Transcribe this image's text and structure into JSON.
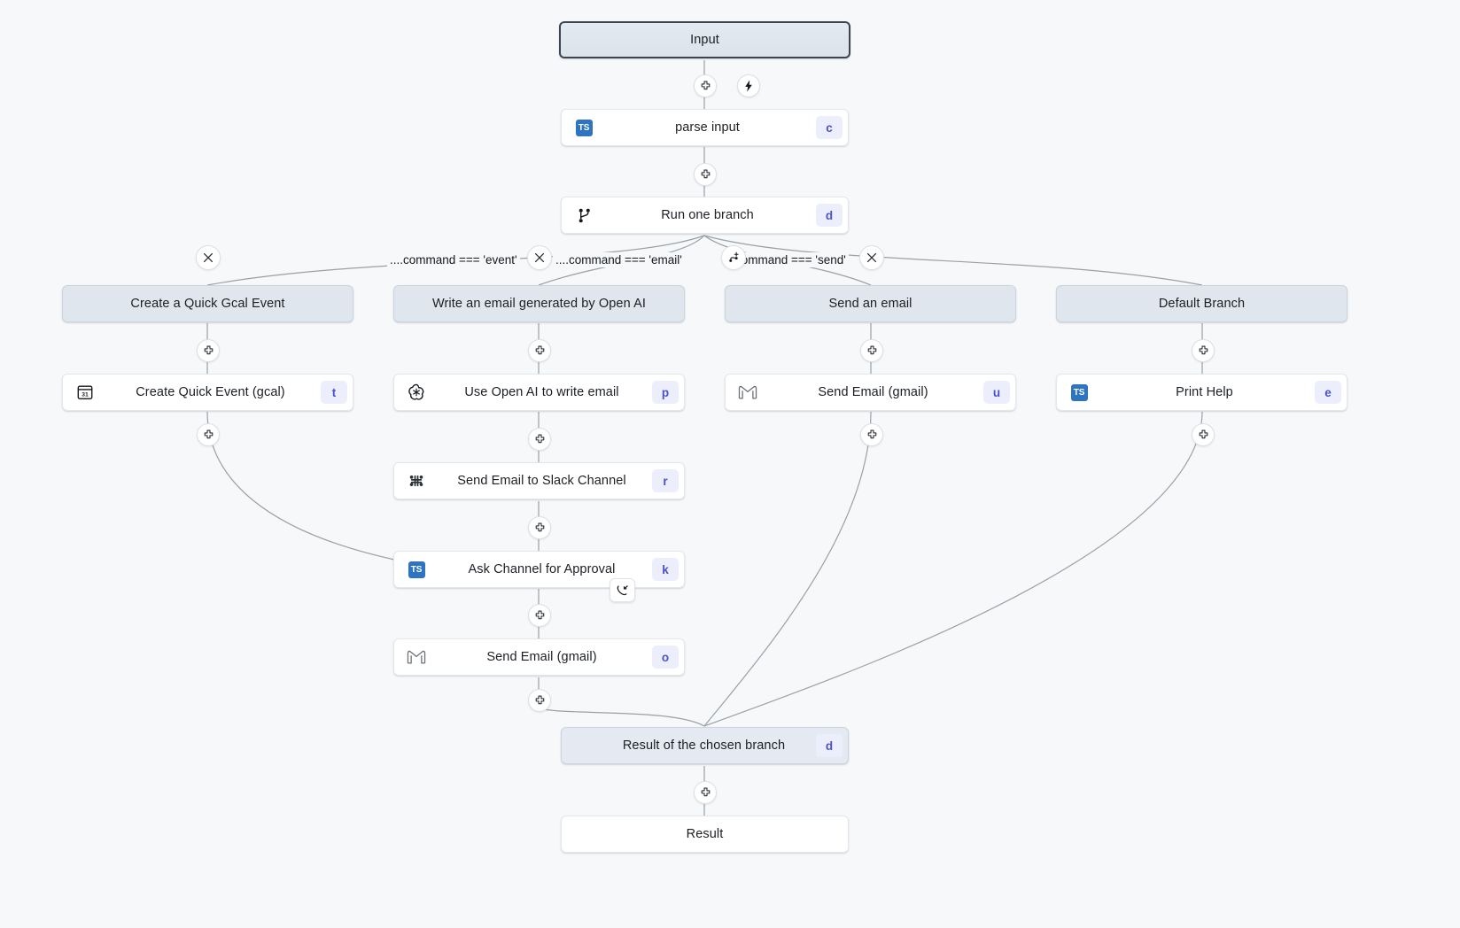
{
  "canvas": {
    "background": "#f6f8fa",
    "accent_key_bg": "#eceefb",
    "accent_key_fg": "#4a52c9",
    "module_fill": "#dfe6ed",
    "ts_badge_color": "#2f74c0"
  },
  "nodes": {
    "input": {
      "label": "Input",
      "icon": "none",
      "key": ""
    },
    "parse_input": {
      "label": "parse input",
      "icon": "typescript-icon",
      "key": "c"
    },
    "run_one_branch": {
      "label": "Run one branch",
      "icon": "branch-icon",
      "key": "d"
    },
    "branch1_head": {
      "label": "Create a Quick Gcal Event",
      "icon": "none",
      "key": ""
    },
    "branch2_head": {
      "label": "Write an email generated by Open AI",
      "icon": "none",
      "key": ""
    },
    "branch3_head": {
      "label": "Send an email",
      "icon": "none",
      "key": ""
    },
    "branch4_head": {
      "label": "Default Branch",
      "icon": "none",
      "key": ""
    },
    "create_quick_event": {
      "label": "Create Quick Event (gcal)",
      "icon": "google-calendar-icon",
      "key": "t"
    },
    "use_open_ai": {
      "label": "Use Open AI to write email",
      "icon": "openai-icon",
      "key": "p"
    },
    "send_email_slack": {
      "label": "Send Email to Slack Channel",
      "icon": "slack-icon",
      "key": "r"
    },
    "ask_approval": {
      "label": "Ask Channel for Approval",
      "icon": "typescript-icon",
      "key": "k",
      "badge": "suspend-icon"
    },
    "send_email_gmail_mid": {
      "label": "Send Email (gmail)",
      "icon": "gmail-icon",
      "key": "o"
    },
    "send_email_gmail_col3": {
      "label": "Send Email (gmail)",
      "icon": "gmail-icon",
      "key": "u"
    },
    "print_help": {
      "label": "Print Help",
      "icon": "typescript-icon",
      "key": "e"
    },
    "result_collect": {
      "label": "Result of the chosen branch",
      "icon": "none",
      "key": "d"
    },
    "result_end": {
      "label": "Result",
      "icon": "none",
      "key": ""
    }
  },
  "conditions": [
    {
      "label": "....command === 'event'"
    },
    {
      "label": "....command === 'email'"
    },
    {
      "label": "....command === 'send'"
    }
  ],
  "controls": {
    "add_step_icon": "plus-icon",
    "trigger_icon": "lightning-icon",
    "delete_branch_icon": "close-icon",
    "add_branch_icon": "add-branch-icon"
  }
}
